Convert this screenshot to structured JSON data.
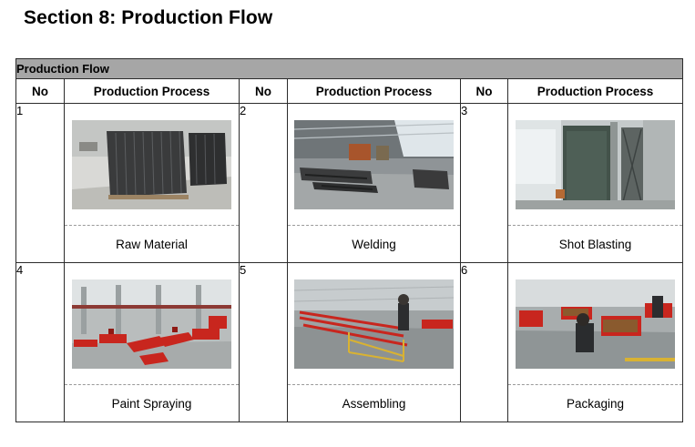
{
  "section_title": "Section 8: Production Flow",
  "table": {
    "caption": "Production Flow",
    "headers": {
      "no": "No",
      "process": "Production Process"
    },
    "rows": [
      [
        {
          "no": "1",
          "process": "Raw Material",
          "photo": "raw-material-photo"
        },
        {
          "no": "2",
          "process": "Welding",
          "photo": "welding-photo"
        },
        {
          "no": "3",
          "process": "Shot Blasting",
          "photo": "shot-blasting-photo"
        }
      ],
      [
        {
          "no": "4",
          "process": "Paint Spraying",
          "photo": "paint-spraying-photo"
        },
        {
          "no": "5",
          "process": "Assembling",
          "photo": "assembling-photo"
        },
        {
          "no": "6",
          "process": "Packaging",
          "photo": "packaging-photo"
        }
      ]
    ]
  },
  "colors": {
    "caption_bg": "#a6a6a6",
    "border": "#2b2b2b",
    "accent_red": "#c8261e"
  }
}
